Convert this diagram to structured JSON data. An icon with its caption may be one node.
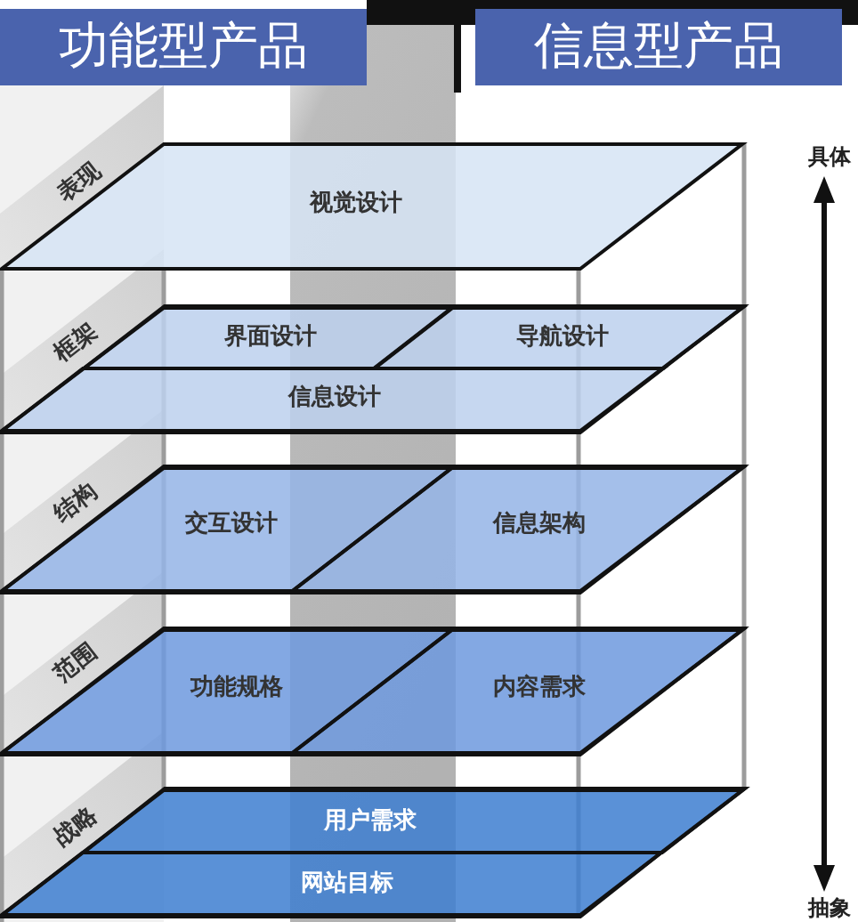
{
  "diagram": {
    "nodes": [
      {
        "text": [
          "功能型产品"
        ]
      },
      {
        "text": [
          "信息型产品"
        ]
      },
      {
        "text": [
          "表现",
          "视觉设计"
        ]
      },
      {
        "text": [
          "框架"
        ]
      },
      {
        "text": [
          "界面设计"
        ],
        "in": 3
      },
      {
        "text": [
          "导航设计"
        ],
        "in": 3
      },
      {
        "text": [
          "信息设计"
        ],
        "in": 3
      },
      {
        "text": [
          "结构"
        ]
      },
      {
        "text": [
          "交互设计"
        ],
        "in": 7
      },
      {
        "text": [
          "信息架构"
        ],
        "in": 7
      },
      {
        "text": [
          "范围"
        ]
      },
      {
        "text": [
          "功能规格"
        ],
        "in": 10
      },
      {
        "text": [
          "内容需求"
        ],
        "in": 10
      },
      {
        "text": [
          "战略"
        ]
      },
      {
        "text": [
          "用户需求"
        ],
        "in": 13
      },
      {
        "text": [
          "网站目标"
        ],
        "in": 13
      }
    ],
    "labels": [
      "具体",
      "抽象"
    ]
  }
}
